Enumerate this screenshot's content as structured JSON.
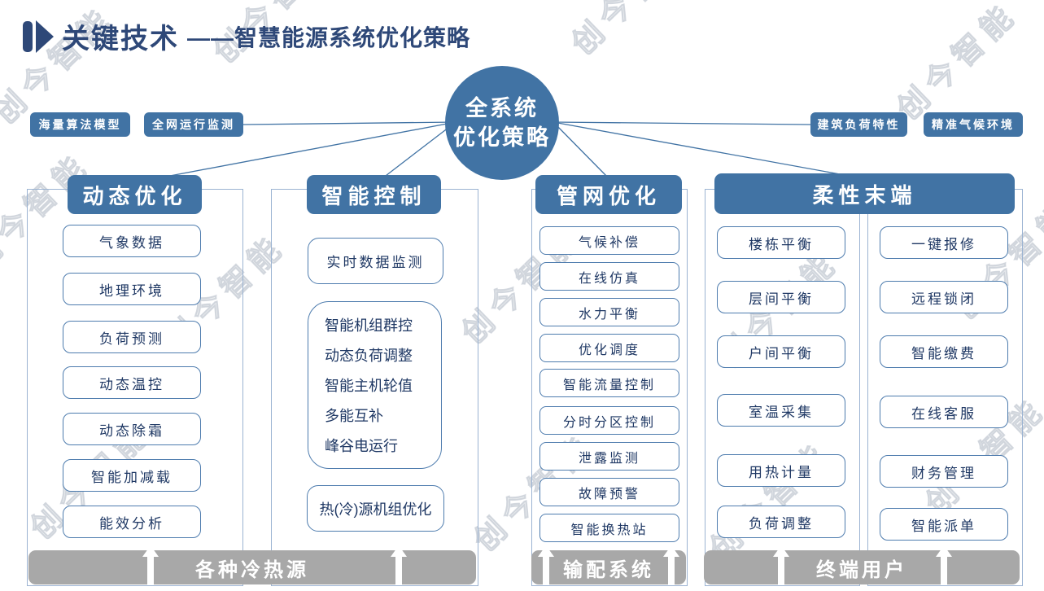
{
  "title": {
    "prefix": "关键技术",
    "suffix": "——智慧能源系统优化策略"
  },
  "watermark": "创今智能",
  "center_circle": {
    "line1": "全系统",
    "line2": "优化策略"
  },
  "tags": {
    "left": [
      "海量算法模型",
      "全网运行监测"
    ],
    "right": [
      "建筑负荷特性",
      "精准气候环境"
    ]
  },
  "columns": [
    {
      "header": "动态优化",
      "items": [
        "气象数据",
        "地理环境",
        "负荷预测",
        "动态温控",
        "动态除霜",
        "智能加减载",
        "能效分析"
      ]
    },
    {
      "header": "智能控制",
      "top_item": "实时数据监测",
      "group_items": [
        "智能机组群控",
        "动态负荷调整",
        "智能主机轮值",
        "多能互补",
        "峰谷电运行"
      ],
      "bottom_item": "热(冷)源机组优化"
    },
    {
      "header": "管网优化",
      "items": [
        "气候补偿",
        "在线仿真",
        "水力平衡",
        "优化调度",
        "智能流量控制",
        "分时分区控制",
        "泄露监测",
        "故障预警",
        "智能换热站"
      ]
    },
    {
      "header": "柔性末端",
      "left_items": [
        "楼栋平衡",
        "层间平衡",
        "户间平衡",
        "室温采集",
        "用热计量",
        "负荷调整"
      ],
      "right_items": [
        "一键报修",
        "远程锁闭",
        "智能缴费",
        "在线客服",
        "财务管理",
        "智能派单"
      ]
    }
  ],
  "bottom_bars": [
    {
      "label": "各种冷热源"
    },
    {
      "label": "输配系统"
    },
    {
      "label": "终端用户"
    }
  ],
  "colors": {
    "accent": "#4173A4",
    "title_text": "#2E4878",
    "item_text": "#1F3864",
    "item_border": "#4E7CAE",
    "container_border": "#9BB3D2",
    "bar_gray": "#A8A8A8"
  }
}
